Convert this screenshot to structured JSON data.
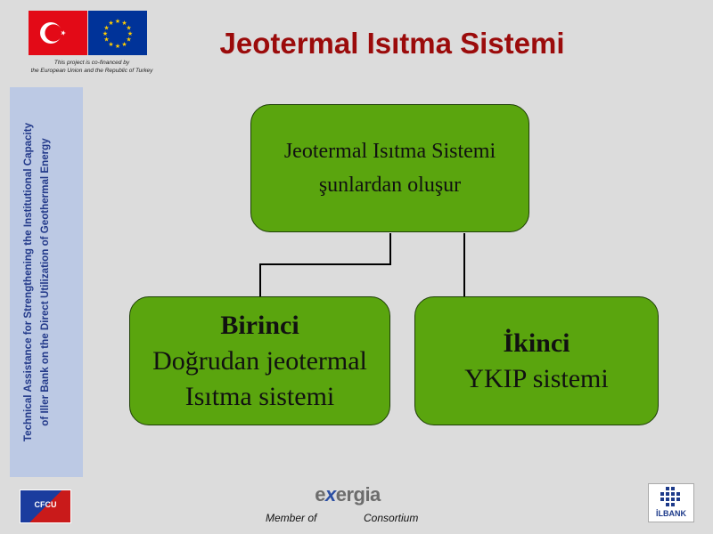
{
  "header": {
    "title": "Jeotermal Isıtma Sistemi",
    "cofinance_lines": [
      "This project is co-financed by",
      "the European Union and the Republic of Turkey"
    ]
  },
  "side_panel": {
    "lines": [
      "Technical Assistance for Strengthening the Institutional Capacity",
      "of Iller Bank on the Direct Utilization of Geothermal Energy"
    ]
  },
  "diagram": {
    "root": {
      "lines": [
        "Jeotermal Isıtma Sistemi",
        "şunlardan oluşur"
      ]
    },
    "left": {
      "heading": "Birinci",
      "lines": [
        "Doğrudan jeotermal",
        "Isıtma sistemi"
      ]
    },
    "right": {
      "heading": "İkinci",
      "lines": [
        "YKIP sistemi"
      ]
    }
  },
  "footer": {
    "cfcu_label": "CFCU",
    "exergia_prefix": "e",
    "exergia_x": "x",
    "exergia_suffix": "ergia",
    "member_of": "Member of",
    "consortium": "Consortium",
    "ilbank_label": "İLBANK"
  },
  "colors": {
    "title": "#9b0b0b",
    "box_fill": "#5aa50e",
    "side_panel": "#bcc9e4",
    "side_text": "#233a8a"
  }
}
